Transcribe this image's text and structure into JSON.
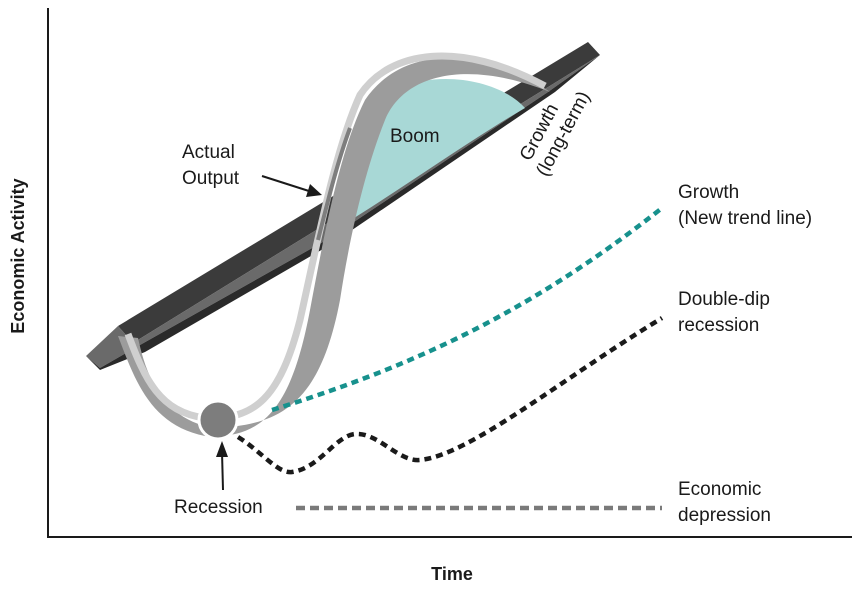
{
  "axes": {
    "x_title": "Time",
    "y_title": "Economic Activity"
  },
  "labels": {
    "actual_output": [
      "Actual",
      "Output"
    ],
    "boom": "Boom",
    "growth_long_term": [
      "Growth",
      "(long-term)"
    ],
    "growth_new_trend": [
      "Growth",
      "(New trend line)"
    ],
    "double_dip": [
      "Double-dip",
      "recession"
    ],
    "economic_depression": [
      "Economic",
      "depression"
    ],
    "recession": "Recession"
  },
  "colors": {
    "trend_band_dark": "#3a3a3a",
    "trend_band_mid": "#6a6a6a",
    "output_ribbon": "#9c9c9c",
    "output_ribbon_light": "#cfcfcf",
    "boom_fill": "#a8d8d6",
    "growth_new_trend_line": "#17918d",
    "double_dip_line": "#1a1a1a",
    "depression_line": "#7a7a7a",
    "recession_marker": "#7d7d7d"
  }
}
